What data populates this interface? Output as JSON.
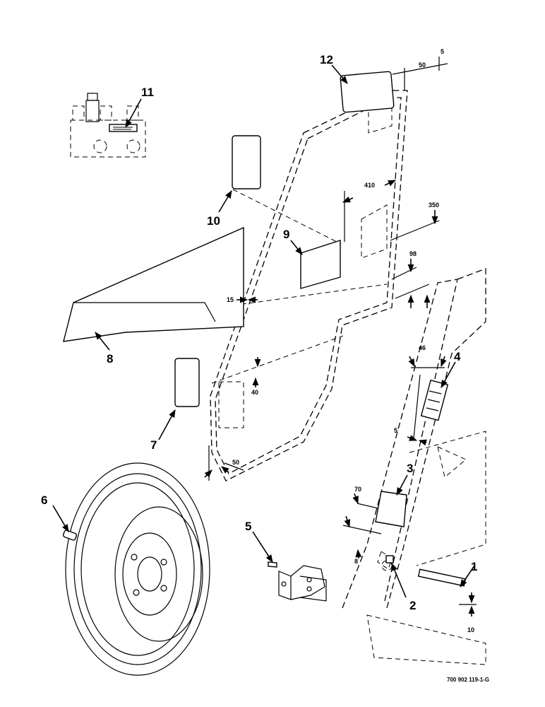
{
  "callouts": {
    "c1": "1",
    "c2": "2",
    "c3": "3",
    "c4": "4",
    "c5": "5",
    "c6": "6",
    "c7": "7",
    "c8": "8",
    "c9": "9",
    "c10": "10",
    "c11": "11",
    "c12": "12"
  },
  "dimensions": {
    "d5_top": "5",
    "d50_top": "50",
    "d410": "410",
    "d350": "350",
    "d98": "98",
    "d15": "15",
    "d40": "40",
    "d50_bottom": "50",
    "d46": "46",
    "d5_mid": "5",
    "d70": "70",
    "d8": "8",
    "d10": "10"
  },
  "reference_number": "700 902 119-1-G"
}
